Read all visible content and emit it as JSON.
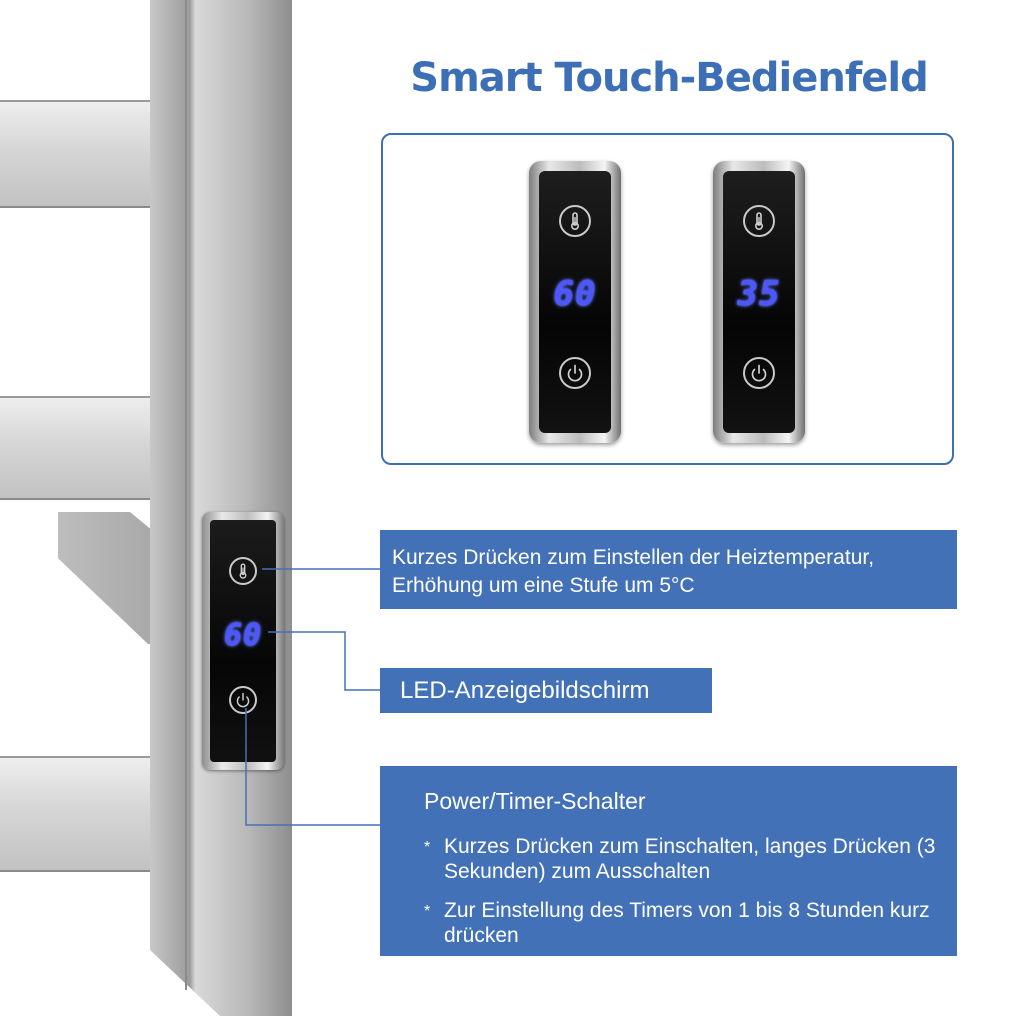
{
  "title": "Smart Touch-Bedienfeld",
  "preview_panels": [
    {
      "display": "60"
    },
    {
      "display": "35"
    }
  ],
  "main_panel": {
    "display": "60"
  },
  "callouts": {
    "temperature": {
      "line1": "Kurzes Drücken zum Einstellen der Heiztemperatur,",
      "line2": "Erhöhung um eine Stufe um 5°C"
    },
    "led": {
      "label": "LED-Anzeigebildschirm"
    },
    "power": {
      "heading": "Power/Timer-Schalter",
      "bullet_symbol": "*",
      "items": [
        "Kurzes Drücken zum Einschalten, langes Drücken (3 Sekunden) zum Ausschalten",
        "Zur Einstellung des Timers von 1 bis 8 Stunden kurz drücken"
      ]
    }
  },
  "colors": {
    "accent": "#4271b8",
    "title": "#3c6fb6",
    "led": "#4f55ff"
  },
  "icons": [
    "thermometer-icon",
    "power-icon"
  ]
}
